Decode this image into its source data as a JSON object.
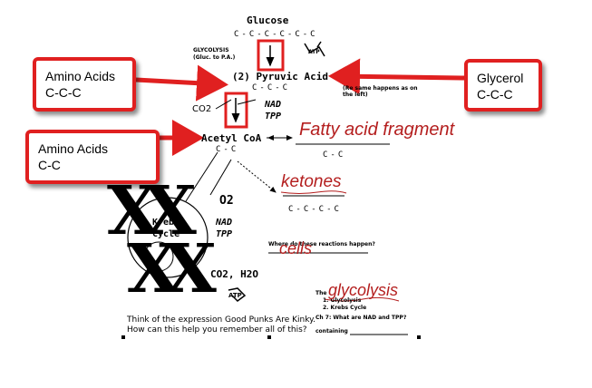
{
  "diagram": {
    "glucose": "Glucose",
    "glucose_chain": "C-C-C-C-C-C",
    "glycolysis_note_line1": "GLYCOLYSIS",
    "glycolysis_note_line2": "(Gluc. to P.A.)",
    "atp_top": "ATP",
    "pyruvic_acid": "(2) Pyruvic Acid",
    "pyruvic_note": "(Re same happens as on the left)",
    "pyruvic_chain": "C-C-C",
    "co2": "CO2",
    "nad": "NAD",
    "tpp": "TPP",
    "acetyl_coa": "Acetyl CoA",
    "acetyl_chain": "C-C",
    "fatty_chain": "C-C",
    "ketone_chain": "C-C-C-C",
    "o2": "O2",
    "krebs_line1": "Krebs",
    "krebs_line2": "Cycle",
    "nad2": "NAD",
    "tpp2": "TPP",
    "co2_h2o": "CO2, H2O",
    "atp_bottom": "ATP",
    "where_question": "Where do these reactions happen?",
    "list_item1": "1. Glycolysis",
    "list_item2": "2. Krebs Cycle",
    "list_prefix": "The",
    "ch7_question": "Ch 7: What are NAD and TPP?",
    "containing": "containing",
    "expression_line1": "Think of the expression Good Punks Are Kinky.",
    "expression_line2": "How can this help you remember all of this?"
  },
  "callouts": {
    "amino_acids_1_title": "Amino Acids",
    "amino_acids_1_formula": "C-C-C",
    "amino_acids_2_title": "Amino Acids",
    "amino_acids_2_formula": "C-C",
    "glycerol_title": "Glycerol",
    "glycerol_formula": "C-C-C"
  },
  "handwritten": {
    "fatty_acid_fragment": "Fatty acid fragment",
    "ketones": "ketones",
    "cells": "cells",
    "glycolysis": "glycolysis"
  },
  "colors": {
    "accent_red": "#e02020",
    "handwriting_red": "#b41e1e"
  }
}
